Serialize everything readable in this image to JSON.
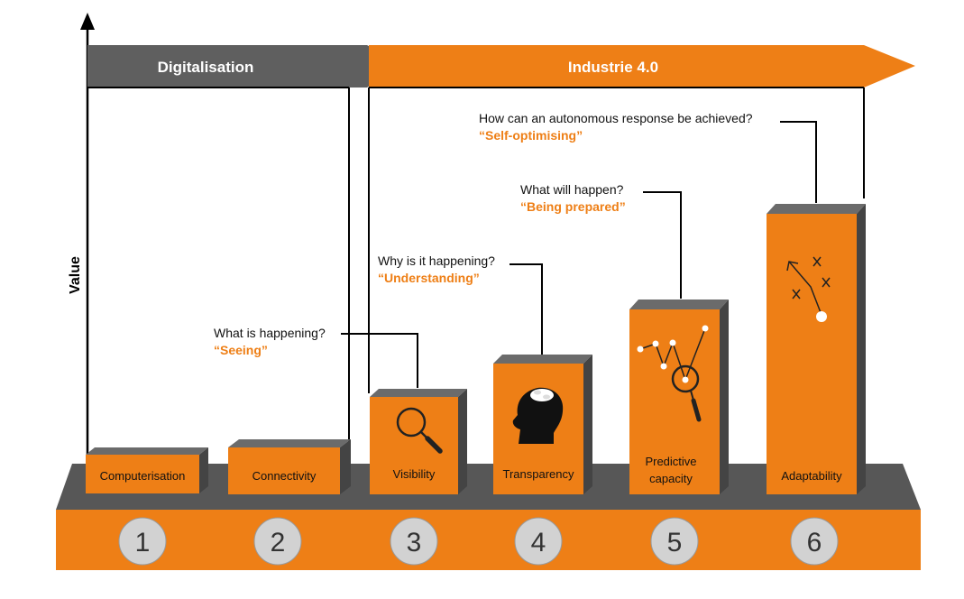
{
  "axis": {
    "y_label": "Value"
  },
  "phases": {
    "digitalisation": {
      "label": "Digitalisation"
    },
    "industrie": {
      "label": "Industrie 4.0"
    }
  },
  "stages": [
    {
      "number": "1",
      "label": "Computerisation",
      "icon": ""
    },
    {
      "number": "2",
      "label": "Connectivity",
      "icon": ""
    },
    {
      "number": "3",
      "label": "Visibility",
      "icon": "magnifier-icon",
      "question": "What is happening?",
      "answer": "“Seeing”"
    },
    {
      "number": "4",
      "label": "Transparency",
      "icon": "head-brain-icon",
      "question": "Why is it happening?",
      "answer": "“Understanding”"
    },
    {
      "number": "5",
      "label_lines": [
        "Predictive",
        "capacity"
      ],
      "icon": "trend-magnifier-icon",
      "question": "What will happen?",
      "answer": "“Being prepared”"
    },
    {
      "number": "6",
      "label": "Adaptability",
      "icon": "play-diagram-icon",
      "question": "How can an autonomous response be achieved?",
      "answer": "“Self-optimising”"
    }
  ],
  "colors": {
    "orange": "#ee7f16",
    "grey_dark": "#575757",
    "grey_arrow": "#5f5f5f",
    "circle": "#d2d2d2"
  }
}
